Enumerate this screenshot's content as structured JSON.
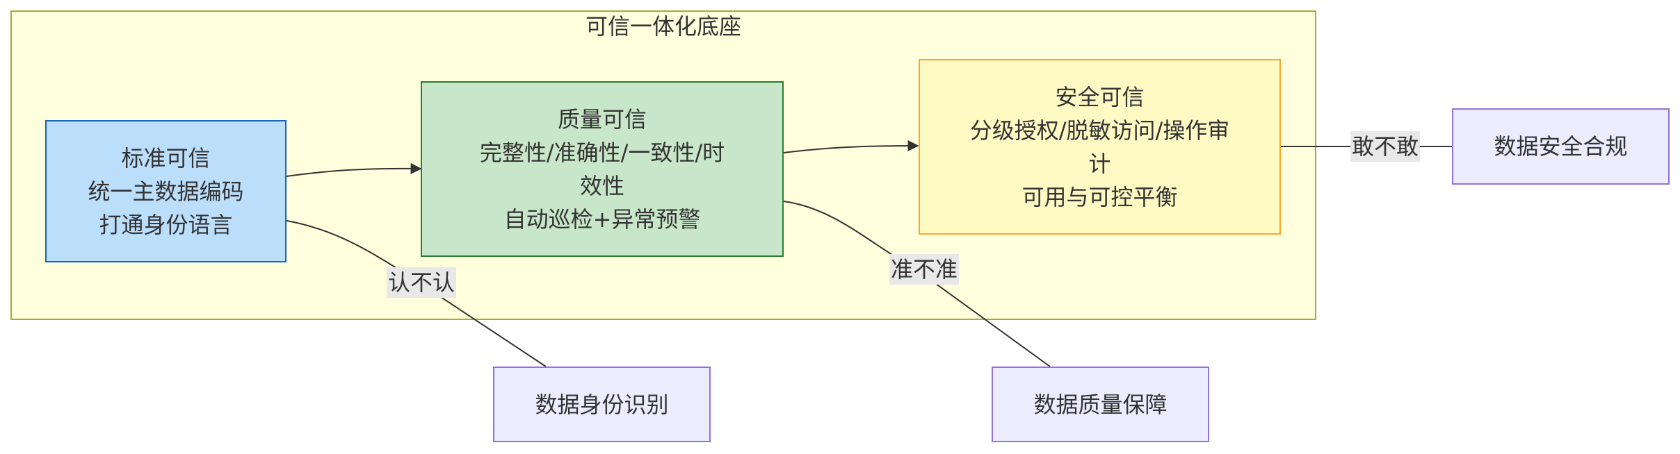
{
  "group": {
    "title": "可信一体化底座",
    "fill": "#ffffde",
    "stroke": "#aaaa33"
  },
  "nodes": {
    "standard": {
      "lines": [
        "标准可信",
        "统一主数据编码",
        "打通身份语言"
      ],
      "fill": "#bbdefb",
      "stroke": "#1565c0"
    },
    "quality": {
      "lines": [
        "质量可信",
        "完整性/准确性/一致性/时",
        "效性",
        "自动巡检+异常预警"
      ],
      "fill": "#c8e6c9",
      "stroke": "#2e7d32"
    },
    "security": {
      "lines": [
        "安全可信",
        "分级授权/脱敏访问/操作审",
        "计",
        "可用与可控平衡"
      ],
      "fill": "#fff9c4",
      "stroke": "#f9a825"
    },
    "identity": {
      "lines": [
        "数据身份识别"
      ],
      "fill": "#ececff",
      "stroke": "#9370db"
    },
    "qa": {
      "lines": [
        "数据质量保障"
      ],
      "fill": "#ececff",
      "stroke": "#9370db"
    },
    "compliance": {
      "lines": [
        "数据安全合规"
      ],
      "fill": "#ececff",
      "stroke": "#9370db"
    }
  },
  "edges": {
    "identity_label": "认不认",
    "qa_label": "准不准",
    "compliance_label": "敢不敢"
  },
  "colors": {
    "edge": "#333333",
    "text": "#333333",
    "label_bg": "#e8e8e8"
  }
}
